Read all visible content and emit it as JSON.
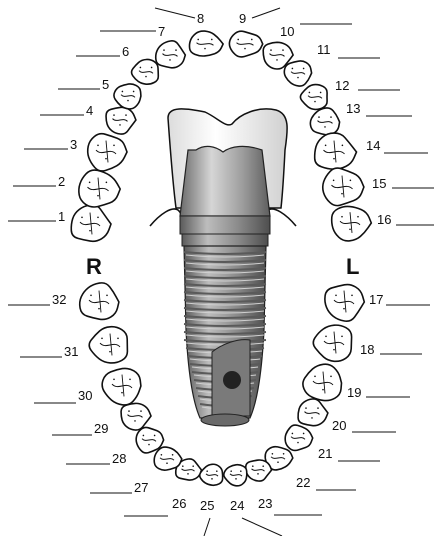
{
  "side_labels": {
    "right": "R",
    "left": "L"
  },
  "tooth_numbers": [
    "1",
    "2",
    "3",
    "4",
    "5",
    "6",
    "7",
    "8",
    "9",
    "10",
    "11",
    "12",
    "13",
    "14",
    "15",
    "16",
    "17",
    "18",
    "19",
    "20",
    "21",
    "22",
    "23",
    "24",
    "25",
    "26",
    "27",
    "28",
    "29",
    "30",
    "31",
    "32"
  ],
  "colors": {
    "outline": "#111111",
    "tooth_fill": "#ffffff",
    "crown_fill": "#f4f4f4",
    "abutment_fill": "#9a9a9a",
    "implant_fill": "#8c8c8c",
    "implant_dark": "#5a5a5a"
  }
}
